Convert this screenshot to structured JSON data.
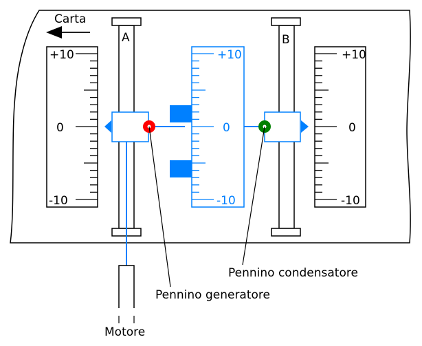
{
  "diagram": {
    "paper_label": "Carta",
    "paper_direction": "left",
    "rail_labels": {
      "a": "A",
      "b": "B"
    },
    "scales": {
      "left": {
        "top": "+10",
        "mid": "0",
        "bottom": "-10"
      },
      "center": {
        "top": "+10",
        "mid": "0",
        "bottom": "-10"
      },
      "right": {
        "top": "+10",
        "mid": "0",
        "bottom": "-10"
      }
    },
    "pens": {
      "generator": {
        "label": "Pennino generatore",
        "color": "#ff0000"
      },
      "capacitor": {
        "label": "Pennino condensatore",
        "color": "#008000"
      }
    },
    "motor_label": "Motore",
    "colors": {
      "accent": "#0080ff",
      "line": "#000000"
    }
  }
}
